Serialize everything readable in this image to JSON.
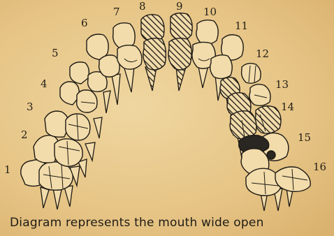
{
  "tooth_numbers": {
    "n1": "1",
    "n2": "2",
    "n3": "3",
    "n4": "4",
    "n5": "5",
    "n6": "6",
    "n7": "7",
    "n8": "8",
    "n9": "9",
    "n10": "10",
    "n11": "11",
    "n12": "12",
    "n13": "13",
    "n14": "14",
    "n15": "15",
    "n16": "16"
  },
  "caption": "Diagram represents the mouth wide open",
  "colors": {
    "paper": "#e8c98c",
    "ink": "#1e1a14",
    "tooth": "#f2dcab",
    "dark_fill": "#2a2622"
  }
}
